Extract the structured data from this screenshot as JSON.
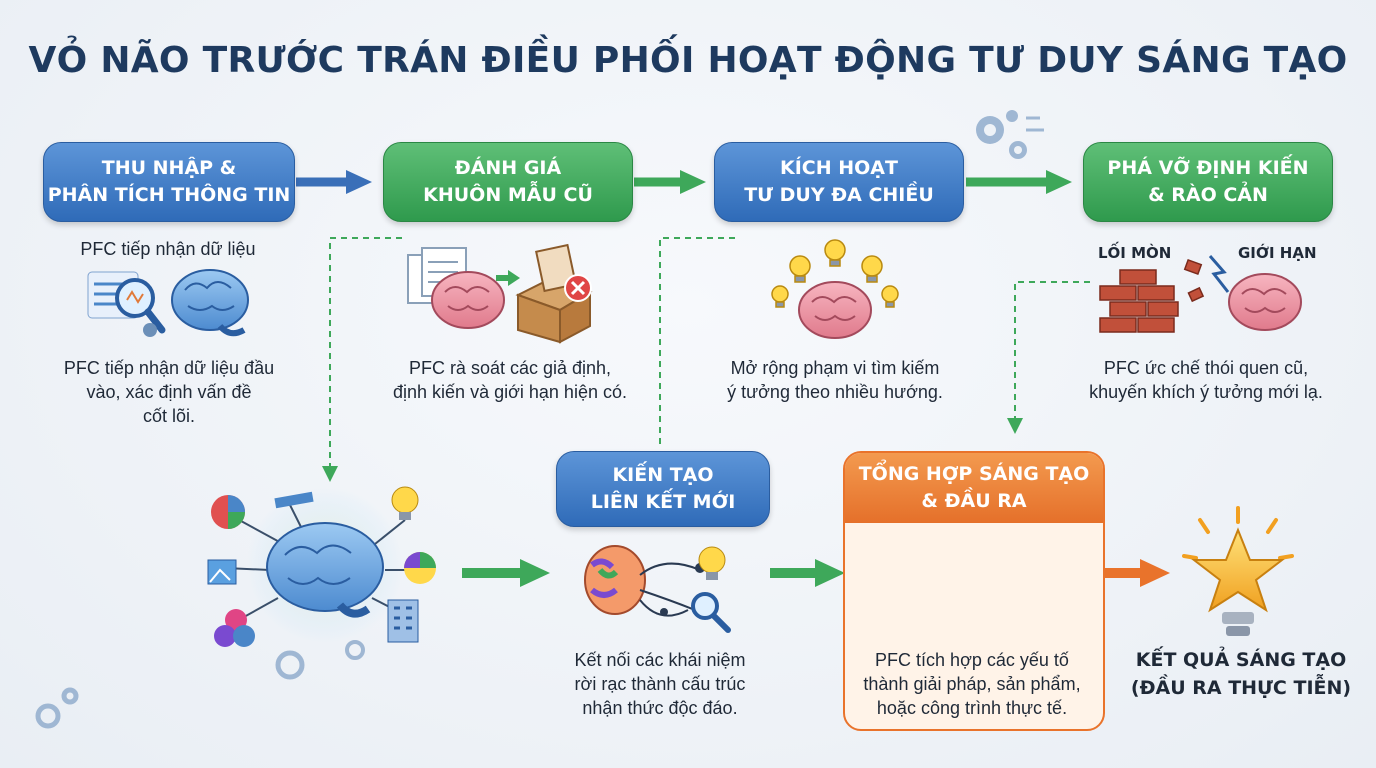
{
  "title": "VỎ NÃO TRƯỚC TRÁN ĐIỀU PHỐI HOẠT ĐỘNG TƯ DUY SÁNG TẠO",
  "steps": {
    "collect": {
      "line1": "THU NHẬP &",
      "line2": "PHÂN TÍCH THÔNG TIN",
      "subtitle": "PFC tiếp nhận dữ liệu",
      "desc1": "PFC tiếp nhận dữ liệu đầu",
      "desc2": "vào, xác định vấn đề",
      "desc3": "cốt lõi."
    },
    "evaluate": {
      "line1": "ĐÁNH GIÁ",
      "line2": "KHUÔN MẪU CŨ",
      "desc1": "PFC rà soát các giả định,",
      "desc2": "định kiến và giới hạn hiện có."
    },
    "activate": {
      "line1": "KÍCH HOẠT",
      "line2": "TƯ DUY ĐA CHIỀU",
      "desc1": "Mở rộng phạm vi tìm kiếm",
      "desc2": "ý tưởng theo nhiều hướng."
    },
    "break": {
      "line1": "PHÁ VỠ ĐỊNH KIẾN",
      "line2": "& RÀO CẢN",
      "tag_left": "LỐI MÒN",
      "tag_right": "GIỚI HẠN",
      "desc1": "PFC ức chế thói quen cũ,",
      "desc2": "khuyến khích ý tưởng mới lạ."
    },
    "connect": {
      "line1": "KIẾN TẠO",
      "line2": "LIÊN KẾT MỚI",
      "desc1": "Kết nối các khái niệm",
      "desc2": "rời rạc thành cấu trúc",
      "desc3": "nhận thức độc đáo."
    },
    "synthesize": {
      "line1": "TỔNG HỢP SÁNG TẠO",
      "line2": "& ĐẦU RA",
      "desc1": "PFC tích hợp các yếu tố",
      "desc2": "thành giải pháp, sản phẩm,",
      "desc3": "hoặc công trình thực tế."
    }
  },
  "result": {
    "line1": "KẾT QUẢ SÁNG TẠO",
    "line2": "(ĐẦU RA THỰC TIỄN)"
  },
  "colors": {
    "blue": "#2f6bb8",
    "green": "#2f9a4d",
    "orange": "#e5702a",
    "title": "#1e3a5f"
  }
}
